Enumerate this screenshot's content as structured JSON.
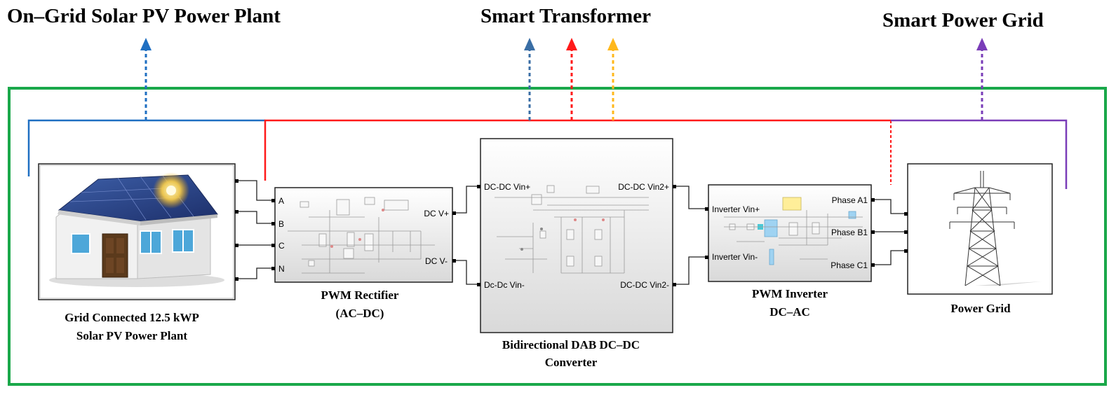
{
  "headers": {
    "solar": "On–Grid Solar PV Power Plant",
    "transformer": "Smart Transformer",
    "grid": "Smart Power Grid"
  },
  "colors": {
    "frame": "#1aa84a",
    "solar_line": "#1f6fc2",
    "transformer_line": "#ff1a1a",
    "grid_line": "#7a3db8",
    "arrow_steel": "#3a6ea5",
    "arrow_red": "#ff1a1a",
    "arrow_amber": "#ffb81c"
  },
  "blocks": {
    "solar": {
      "caption_line1": "Grid Connected 12.5 kWP",
      "caption_line2": "Solar PV Power Plant"
    },
    "rectifier": {
      "caption_line1": "PWM Rectifier",
      "caption_line2": "(AC–DC)",
      "inputs": [
        "A",
        "B",
        "C",
        "N"
      ],
      "out_pos": "DC V+",
      "out_neg": "DC V-"
    },
    "dab": {
      "caption_line1": "Bidirectional DAB DC–DC",
      "caption_line2": "Converter",
      "in_pos": "DC-DC Vin+",
      "in_neg": "Dc-Dc Vin-",
      "out_pos": "DC-DC Vin2+",
      "out_neg": "DC-DC Vin2-"
    },
    "inverter": {
      "caption_line1": "PWM Inverter",
      "caption_line2": "DC–AC",
      "in_pos": "Inverter Vin+",
      "in_neg": "Inverter Vin-",
      "outputs": [
        "Phase A1",
        "Phase B1",
        "Phase C1"
      ]
    },
    "grid": {
      "caption": "Power Grid"
    }
  }
}
